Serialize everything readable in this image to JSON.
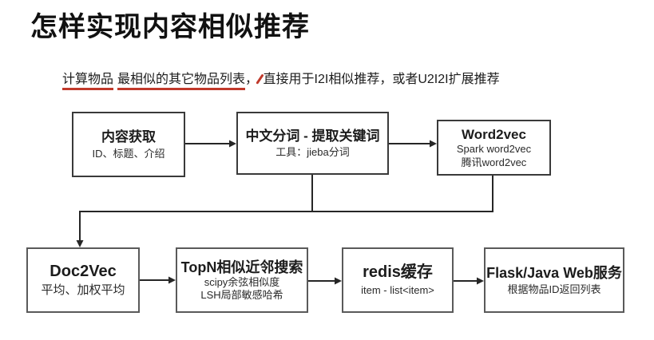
{
  "title": "怎样实现内容相似推荐",
  "subtitle": {
    "part1_underlined": "计算物品",
    "part2_underlined": "最相似的其它物品列表",
    "part3": "，",
    "part4": "直接用于I2I相似推荐，或者U2I2I扩展推荐"
  },
  "colors": {
    "accent_red": "#c0392b",
    "connector_line": "#262626",
    "top_box_border": "#3a3a3a",
    "bottom_box_border": "#5a5a5a"
  },
  "flow": {
    "top_row": [
      {
        "title": "内容获取",
        "lines": [
          "ID、标题、介绍"
        ]
      },
      {
        "title": "中文分词 - 提取关键词",
        "lines": [
          "工具：jieba分词"
        ]
      },
      {
        "title": "Word2vec",
        "lines": [
          "Spark word2vec",
          "腾讯word2vec"
        ]
      }
    ],
    "bottom_row": [
      {
        "title": "Doc2Vec",
        "lines": [
          "平均、加权平均"
        ]
      },
      {
        "title": "TopN相似近邻搜索",
        "lines": [
          "scipy余弦相似度",
          "LSH局部敏感哈希"
        ]
      },
      {
        "title": "redis缓存",
        "lines": [
          "item - list<item>"
        ]
      },
      {
        "title": "Flask/Java Web服务",
        "lines": [
          "根据物品ID返回列表"
        ]
      }
    ]
  }
}
